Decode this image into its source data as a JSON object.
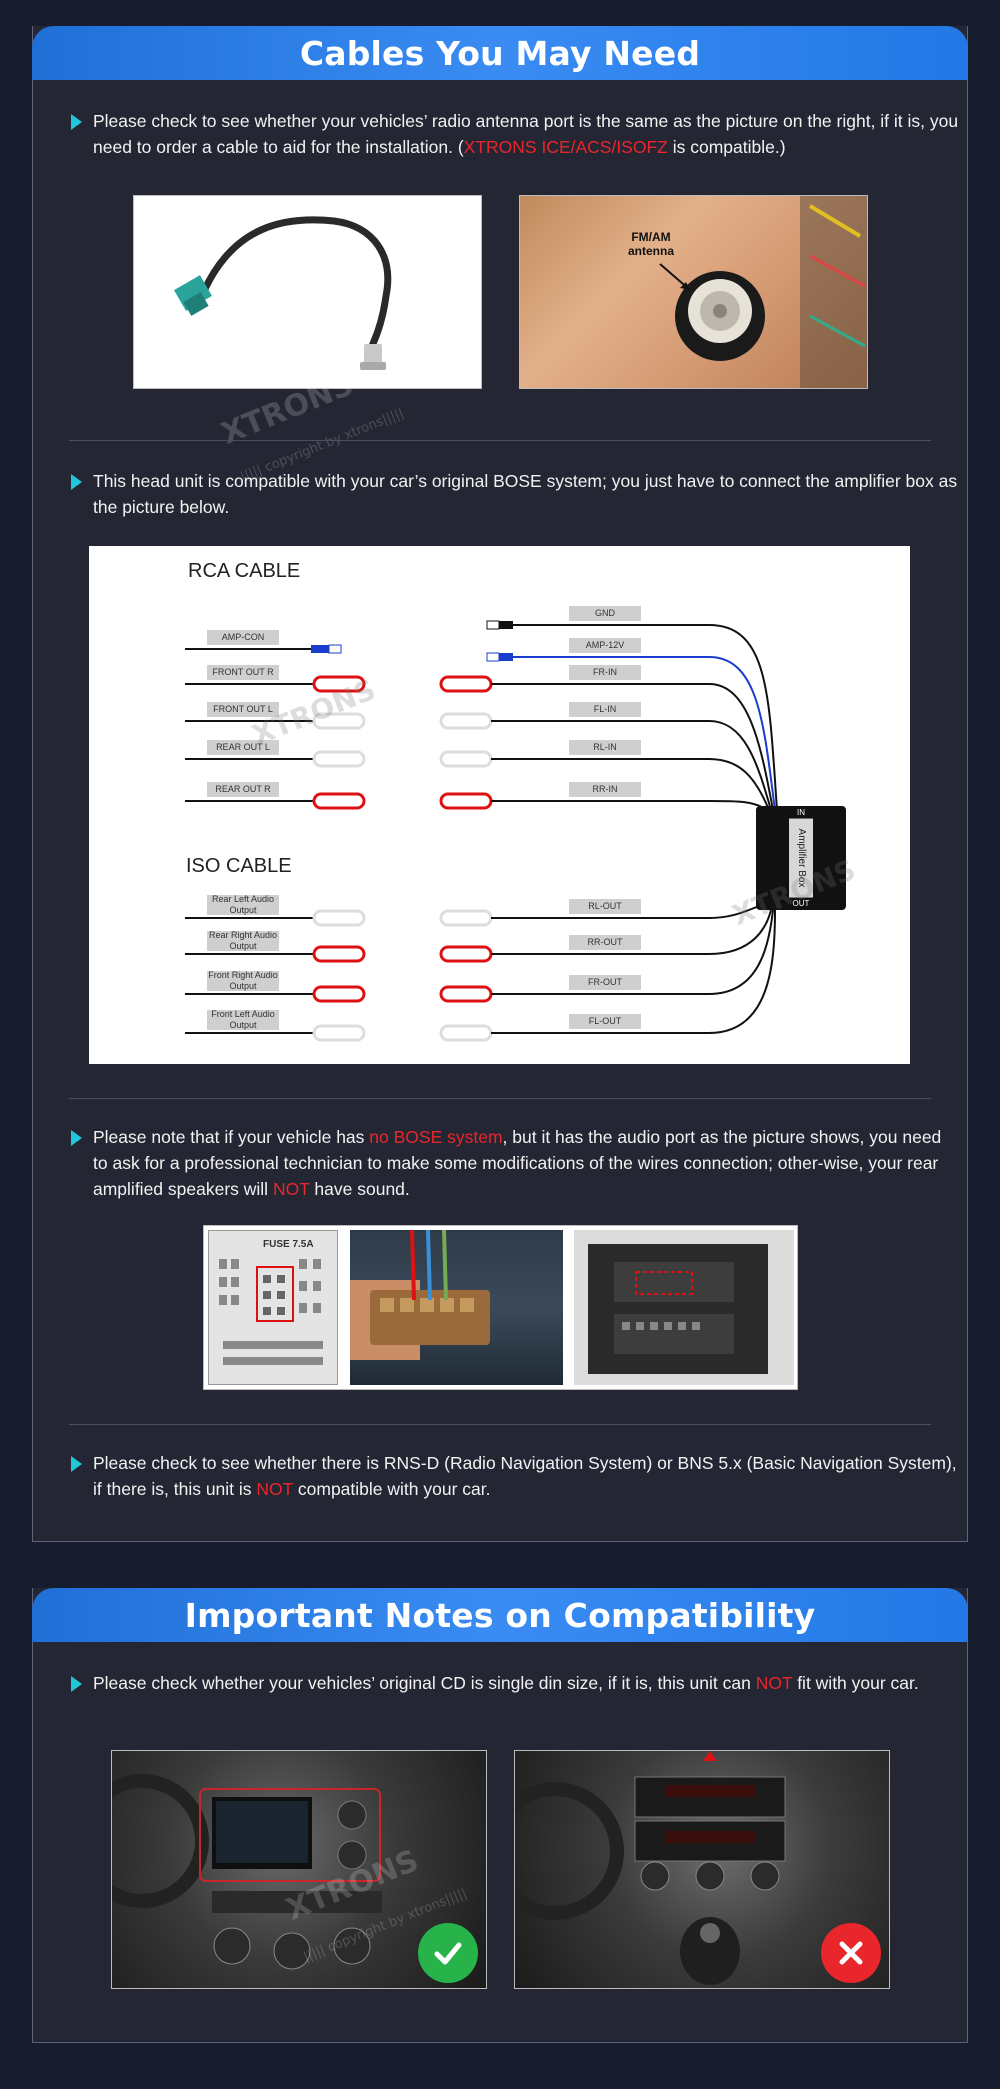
{
  "section1": {
    "title": "Cables You May Need",
    "note1": {
      "text_a": "Please check to see whether your vehicles’ radio antenna port is the same as the picture on the right, if it is, you need to order a cable to aid for the installation. (",
      "highlight": "XTRONS ICE/ACS/ISOFZ",
      "text_b": " is compatible.)"
    },
    "antenna_photo_label": "FM/AM\nantenna",
    "note2": {
      "text": "This head unit is compatible with your car’s original BOSE system; you just have to connect the amplifier box as the picture below."
    },
    "diagram": {
      "rca_title": "RCA CABLE",
      "iso_title": "ISO CABLE",
      "rca_left_labels": [
        "AMP-CON",
        "FRONT OUT R",
        "FRONT OUT L",
        "REAR OUT L",
        "REAR OUT R"
      ],
      "rca_right_labels": [
        "GND",
        "AMP-12V",
        "FR-IN",
        "FL-IN",
        "RL-IN",
        "RR-IN"
      ],
      "iso_left_labels": [
        "Rear Left Audio Output",
        "Rear Right Audio Output",
        "Front Right Audio Output",
        "Front Left Audio Output"
      ],
      "iso_right_labels": [
        "RL-OUT",
        "RR-OUT",
        "FR-OUT",
        "FL-OUT"
      ],
      "amp_label": "Amplifier Box",
      "amp_in": "IN",
      "amp_out": "OUT"
    },
    "note3": {
      "text_a": "Please note that if your vehicle has ",
      "highlight1": "no BOSE system",
      "text_b": ", but it has the audio port as the picture shows, you need to ask for a professional technician to make some modifications of the wires connection; other-wise, your rear amplified speakers will ",
      "highlight2": "NOT",
      "text_c": " have sound."
    },
    "fuse_label": "FUSE 7.5A",
    "note4": {
      "text_a": "Please check to see whether there is RNS-D (Radio Navigation System) or BNS 5.x (Basic Navigation System), if there is, this unit is ",
      "highlight": "NOT",
      "text_b": " compatible with your car."
    }
  },
  "section2": {
    "title": "Important Notes on Compatibility",
    "note1": {
      "text_a": "Please check whether your vehicles’ original CD is single din size, if it is, this unit can ",
      "highlight": "NOT",
      "text_b": " fit with your car."
    }
  },
  "watermark": {
    "brand": "XTRONS",
    "copyright": "||||| copyright by xtrons|||||"
  },
  "colors": {
    "background": "#171c2e",
    "panel": "#242633",
    "header_blue": "#2a7ef0",
    "accent_cyan": "#21c7d9",
    "highlight_red": "#e8262b",
    "ok_green": "#27b34a",
    "no_red": "#e8262b"
  },
  "icons": [
    "arrow-bullet-icon",
    "checkmark-icon",
    "cross-icon"
  ]
}
